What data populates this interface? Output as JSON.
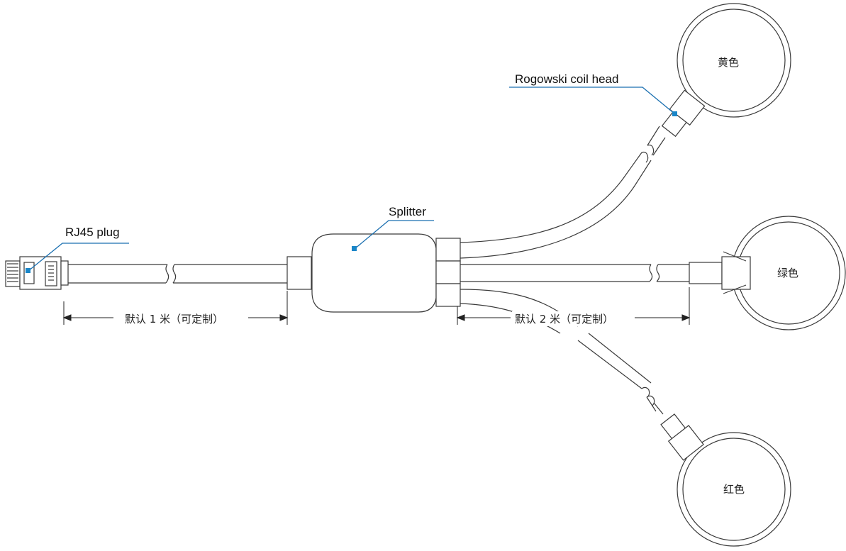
{
  "labels": {
    "rj45": "RJ45 plug",
    "splitter": "Splitter",
    "coil_head": "Rogowski coil head"
  },
  "dimensions": {
    "left_length": "默认 1 米（可定制）",
    "right_length": "默认 2 米（可定制）"
  },
  "coil_colors": {
    "top": "黄色",
    "middle": "绿色",
    "bottom": "红色"
  },
  "colors": {
    "line": "#3a3a3a",
    "leader": "#1a6fb0",
    "marker": "#1a86c8"
  }
}
